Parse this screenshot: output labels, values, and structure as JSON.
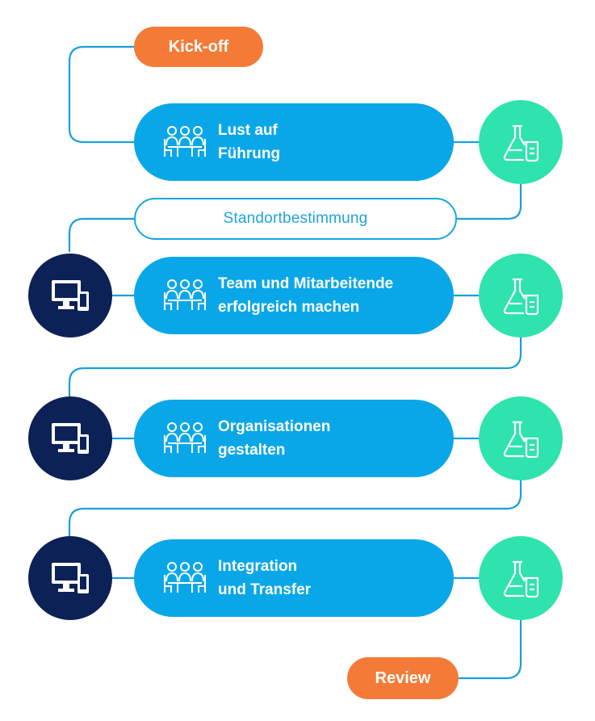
{
  "start": {
    "label": "Kick-off"
  },
  "end": {
    "label": "Review"
  },
  "assessment": {
    "label": "Standortbestimmung"
  },
  "modules": [
    {
      "label": "Lust auf\nFührung",
      "icon": "group-meeting-icon"
    },
    {
      "label": "Team und Mitarbeitende\nerfolgreich machen",
      "icon": "group-meeting-icon"
    },
    {
      "label": "Organisationen\ngestalten",
      "icon": "group-meeting-icon"
    },
    {
      "label": "Integration\nund Transfer",
      "icon": "group-meeting-icon"
    }
  ],
  "side_icons": {
    "lab": "lab-flask-icon",
    "online": "computer-mobile-icon"
  },
  "colors": {
    "module_blue": "#0aa7e8",
    "lab_green": "#2ee3ad",
    "online_navy": "#0c2256",
    "milestone_orange": "#f47b37",
    "connector": "#1b9fdb"
  }
}
